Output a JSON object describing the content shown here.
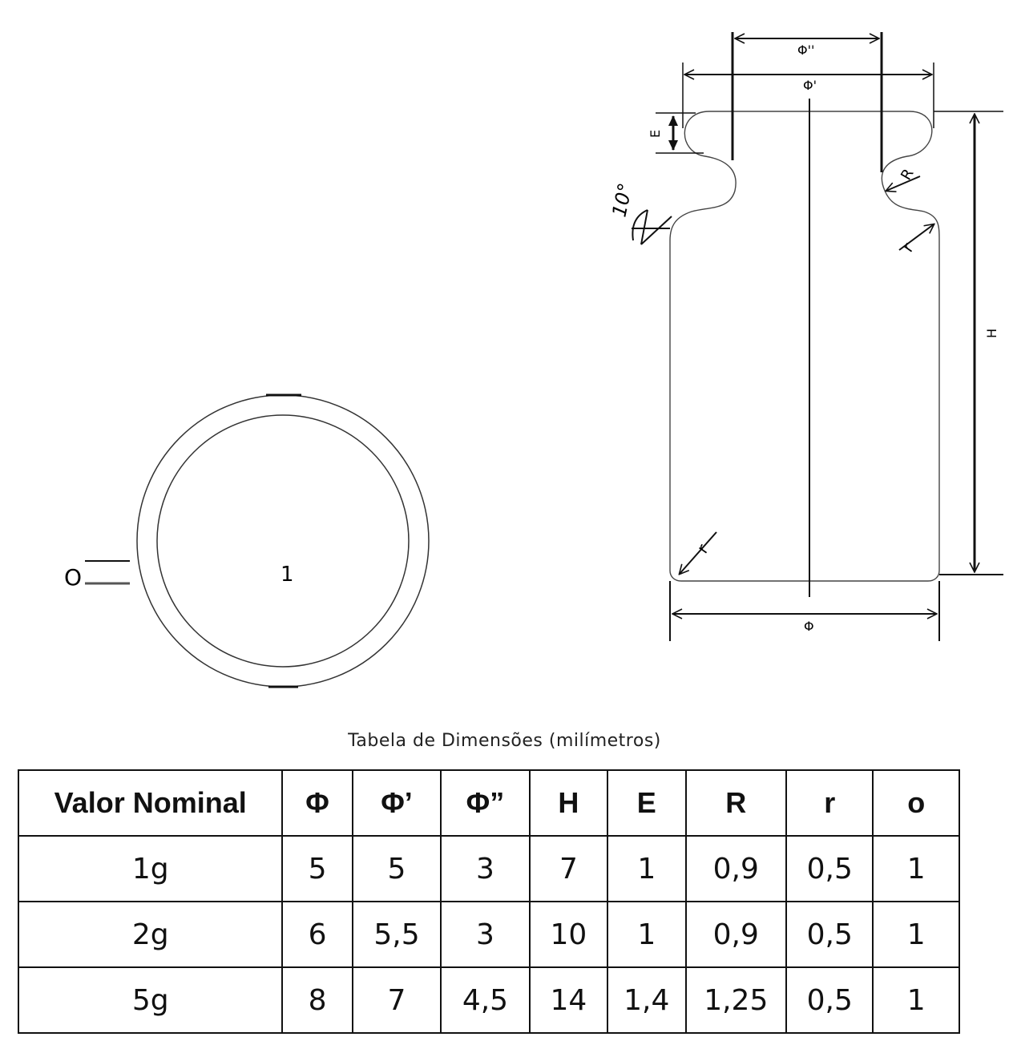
{
  "top_view": {
    "center_label": "1",
    "side_label": "O"
  },
  "side_view": {
    "labels": {
      "phi_double_prime": "Φ''",
      "phi_prime": "Φ'",
      "e": "E",
      "angle": "10°",
      "r_upper": "R",
      "r_small_upper": "r",
      "h": "H",
      "r_small_lower": "r",
      "phi": "Φ"
    }
  },
  "table": {
    "caption": "Tabela de Dimensões (milímetros)",
    "headers": [
      "Valor Nominal",
      "Φ",
      "Φ’",
      "Φ”",
      "H",
      "E",
      "R",
      "r",
      "o"
    ],
    "rows": [
      [
        "1g",
        "5",
        "5",
        "3",
        "7",
        "1",
        "0,9",
        "0,5",
        "1"
      ],
      [
        "2g",
        "6",
        "5,5",
        "3",
        "10",
        "1",
        "0,9",
        "0,5",
        "1"
      ],
      [
        "5g",
        "8",
        "7",
        "4,5",
        "14",
        "1,4",
        "1,25",
        "0,5",
        "1"
      ]
    ]
  }
}
